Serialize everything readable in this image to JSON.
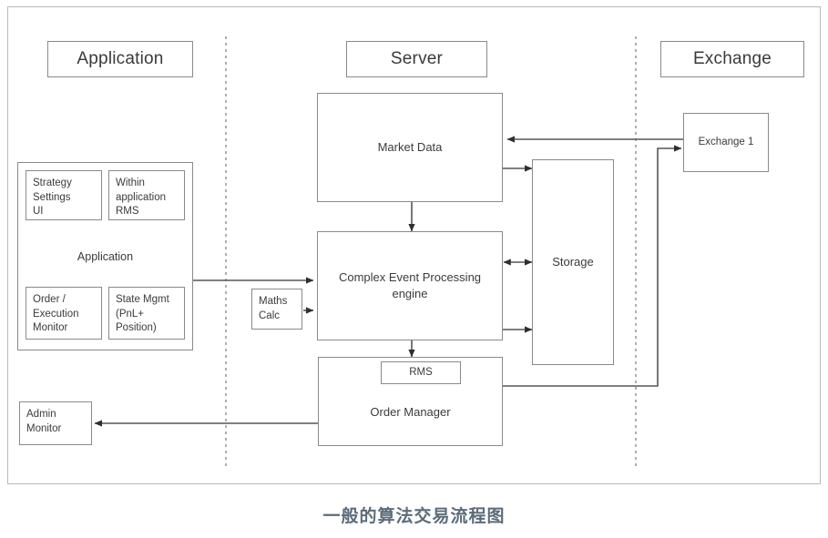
{
  "caption": "一般的算法交易流程图",
  "lanes": [
    {
      "name": "application",
      "label": "Application"
    },
    {
      "name": "server",
      "label": "Server"
    },
    {
      "name": "exchange",
      "label": "Exchange"
    }
  ],
  "application_group": {
    "label": "Application",
    "boxes": [
      {
        "name": "strategy-settings-ui",
        "label": "Strategy\nSettings\nUI"
      },
      {
        "name": "within-application-rms",
        "label": "Within\napplication\nRMS"
      },
      {
        "name": "order-execution-monitor",
        "label": "Order /\nExecution\nMonitor"
      },
      {
        "name": "state-mgmt",
        "label": "State Mgmt\n(PnL+\nPosition)"
      }
    ]
  },
  "nodes": {
    "admin_monitor": "Admin\nMonitor",
    "maths_calc": "Maths\nCalc",
    "market_data": "Market Data",
    "cep_engine": "Complex Event Processing\nengine",
    "storage": "Storage",
    "order_manager": "Order Manager",
    "rms": "RMS",
    "exchange_1": "Exchange 1"
  },
  "colors": {
    "stroke": "#8a8a8a",
    "wire": "#4a4a4a",
    "divider": "#9a9aa5",
    "text": "#3b3b3b",
    "caption": "#5c6b79",
    "frame": "#b9b9b9"
  },
  "connections": [
    {
      "from": "exchange-1",
      "to": "market-data",
      "arrow": "single"
    },
    {
      "from": "market-data",
      "to": "storage",
      "arrow": "single"
    },
    {
      "from": "market-data",
      "to": "cep-engine",
      "arrow": "single"
    },
    {
      "from": "application-group",
      "to": "cep-engine",
      "arrow": "single"
    },
    {
      "from": "maths-calc",
      "to": "cep-engine",
      "arrow": "single"
    },
    {
      "from": "cep-engine",
      "to": "storage",
      "arrow": "double"
    },
    {
      "from": "cep-engine",
      "to": "storage-lower",
      "arrow": "single"
    },
    {
      "from": "cep-engine",
      "to": "order-manager",
      "arrow": "single"
    },
    {
      "from": "order-manager",
      "to": "exchange-1",
      "arrow": "single"
    },
    {
      "from": "order-manager",
      "to": "admin-monitor",
      "arrow": "single"
    }
  ]
}
